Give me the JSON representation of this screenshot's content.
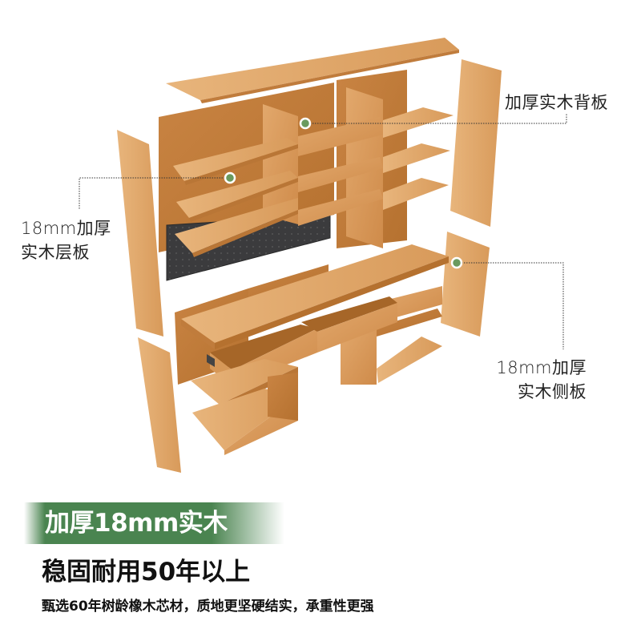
{
  "callouts": {
    "back_panel": "加厚实木背板",
    "shelf_line1": "18mm加厚",
    "shelf_line2": "实木层板",
    "side_line1": "18mm加厚",
    "side_line2": "实木侧板"
  },
  "banner": {
    "label": "加厚18mm实木",
    "color": "#4a8450"
  },
  "headline": "稳固耐用50年以上",
  "subline": "甄选60年树龄橡木芯材，质地更坚硬结实，承重性更强",
  "colors": {
    "wood_light": "#e0a466",
    "wood_mid": "#d2904f",
    "wood_dark": "#b97636",
    "pegboard": "#3a3a3c",
    "marker": "#6a9a5e"
  }
}
